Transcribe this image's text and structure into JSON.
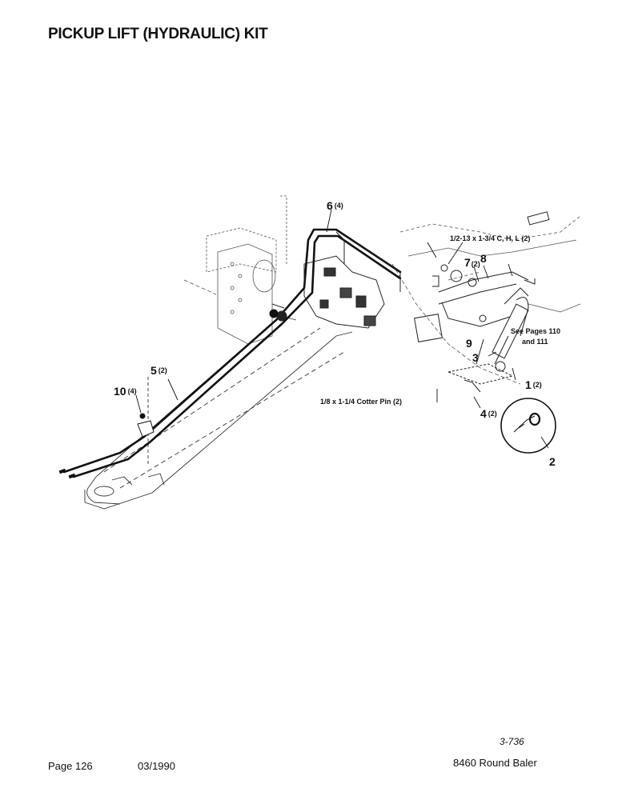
{
  "header": {
    "title": "PICKUP LIFT (HYDRAULIC) KIT"
  },
  "callouts": [
    {
      "id": "c6",
      "num": "6",
      "qty": "(4)"
    },
    {
      "id": "c5",
      "num": "5",
      "qty": "(2)"
    },
    {
      "id": "c10",
      "num": "10",
      "qty": "(4)"
    },
    {
      "id": "c7",
      "num": "7",
      "qty": "(2)"
    },
    {
      "id": "c8",
      "num": "8",
      "qty": ""
    },
    {
      "id": "c9",
      "num": "9",
      "qty": ""
    },
    {
      "id": "c3",
      "num": "3",
      "qty": ""
    },
    {
      "id": "c1",
      "num": "1",
      "qty": "(2)"
    },
    {
      "id": "c4",
      "num": "4",
      "qty": "(2)"
    },
    {
      "id": "c2",
      "num": "2",
      "qty": ""
    }
  ],
  "notes": {
    "bolt": "1/2-13 x 1-3/4  C, H, L (2)",
    "see_pages_1": "See Pages 110",
    "see_pages_2": "and 111",
    "cotter": "1/8 x 1-1/4 Cotter Pin (2)"
  },
  "footer": {
    "ref_code": "3-736",
    "page": "Page 126",
    "date": "03/1990",
    "model": "8460 Round Baler"
  }
}
